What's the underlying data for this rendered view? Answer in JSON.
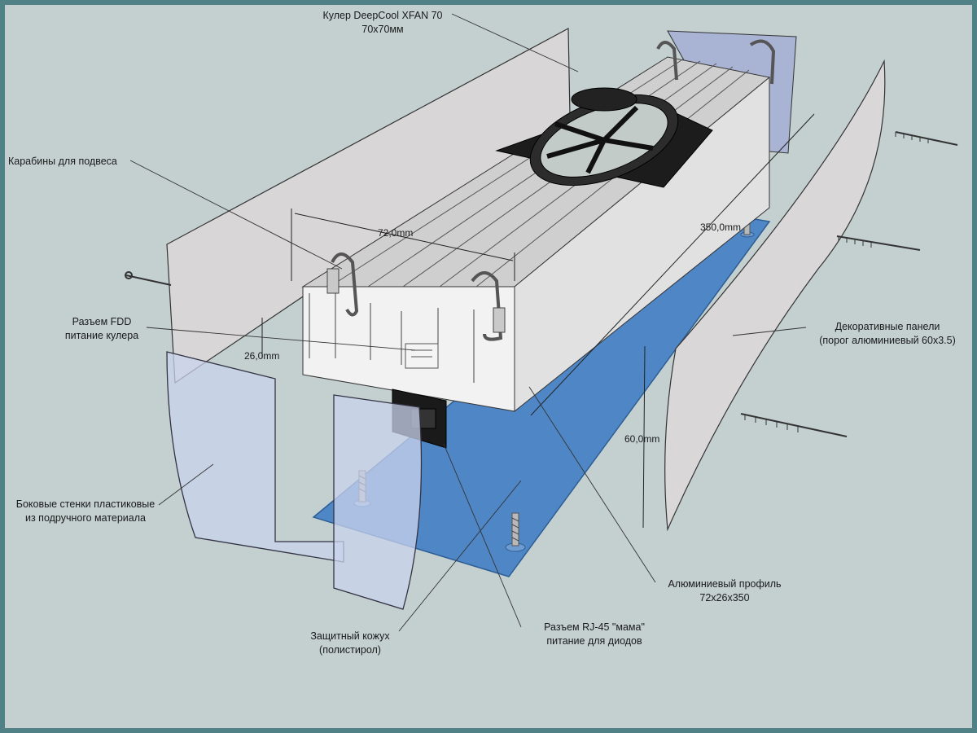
{
  "labels": {
    "cooler_l1": "Кулер DeepCool XFAN 70",
    "cooler_l2": "70x70мм",
    "carabiners": "Карабины для подвеса",
    "fdd_l1": "Разъем FDD",
    "fdd_l2": "питание кулера",
    "sidewalls_l1": "Боковые стенки пластиковые",
    "sidewalls_l2": "из подручного материала",
    "cover_l1": "Защитный кожух",
    "cover_l2": "(полистирол)",
    "rj45_l1": "Разъем RJ-45 \"мама\"",
    "rj45_l2": "питание для диодов",
    "profile_l1": "Алюминиевый профиль",
    "profile_l2": "72x26x350",
    "panels_l1": "Декоративные панели",
    "panels_l2": "(порог алюминиевый 60x3.5)"
  },
  "dimensions": {
    "width": "72,0mm",
    "length": "350,0mm",
    "height": "26,0mm",
    "panel_height": "60,0mm"
  },
  "colors": {
    "background": "#c3d0cf",
    "frame": "#4f8187",
    "panel": "#d8d6d6",
    "plate": "#4f86c6",
    "plastic": "#c9d3ec",
    "fan": "#1c1c1c"
  }
}
